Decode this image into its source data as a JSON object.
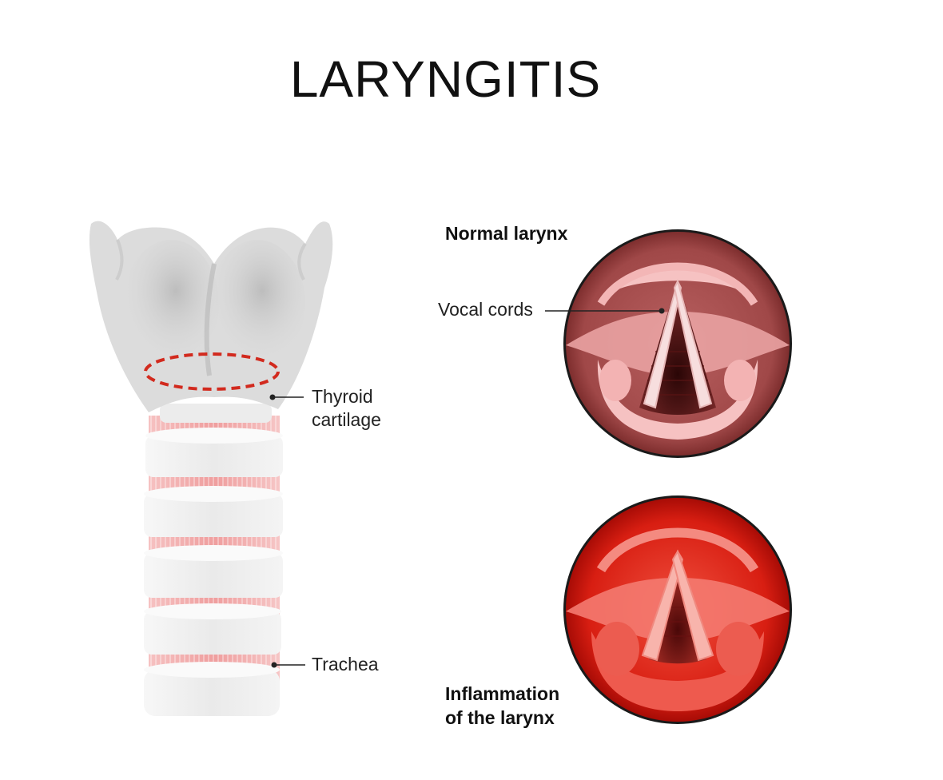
{
  "title": "LARYNGITIS",
  "labels": {
    "thyroid_line1": "Thyroid",
    "thyroid_line2": "cartilage",
    "trachea": "Trachea",
    "normal_larynx": "Normal larynx",
    "vocal_cords": "Vocal cords",
    "inflammation_line1": "Inflammation",
    "inflammation_line2": "of the larynx"
  },
  "colors": {
    "cartilage": "#d9d9d9",
    "trachea_ring": "#ececec",
    "trachea_gap": "#f2b3b3",
    "dashed_marker": "#d22a1e",
    "normal_outer": "#8e3a3a",
    "inflamed_outer": "#c8140a"
  }
}
